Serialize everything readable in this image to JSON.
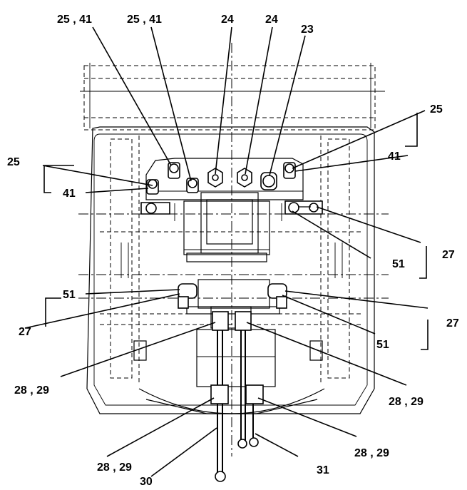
{
  "callouts": {
    "c1": "25 , 41",
    "c2": "25 , 41",
    "c3": "24",
    "c4": "24",
    "c5": "23",
    "c6": "25",
    "c7": "41",
    "c8": "25",
    "c9": "41",
    "c10": "27",
    "c11": "51",
    "c12": "51",
    "c13": "27",
    "c14": "27",
    "c15": "51",
    "c16": "28 , 29",
    "c17": "28 , 29",
    "c18": "28 , 29",
    "c19": "28 , 29",
    "c20": "30",
    "c21": "31"
  }
}
